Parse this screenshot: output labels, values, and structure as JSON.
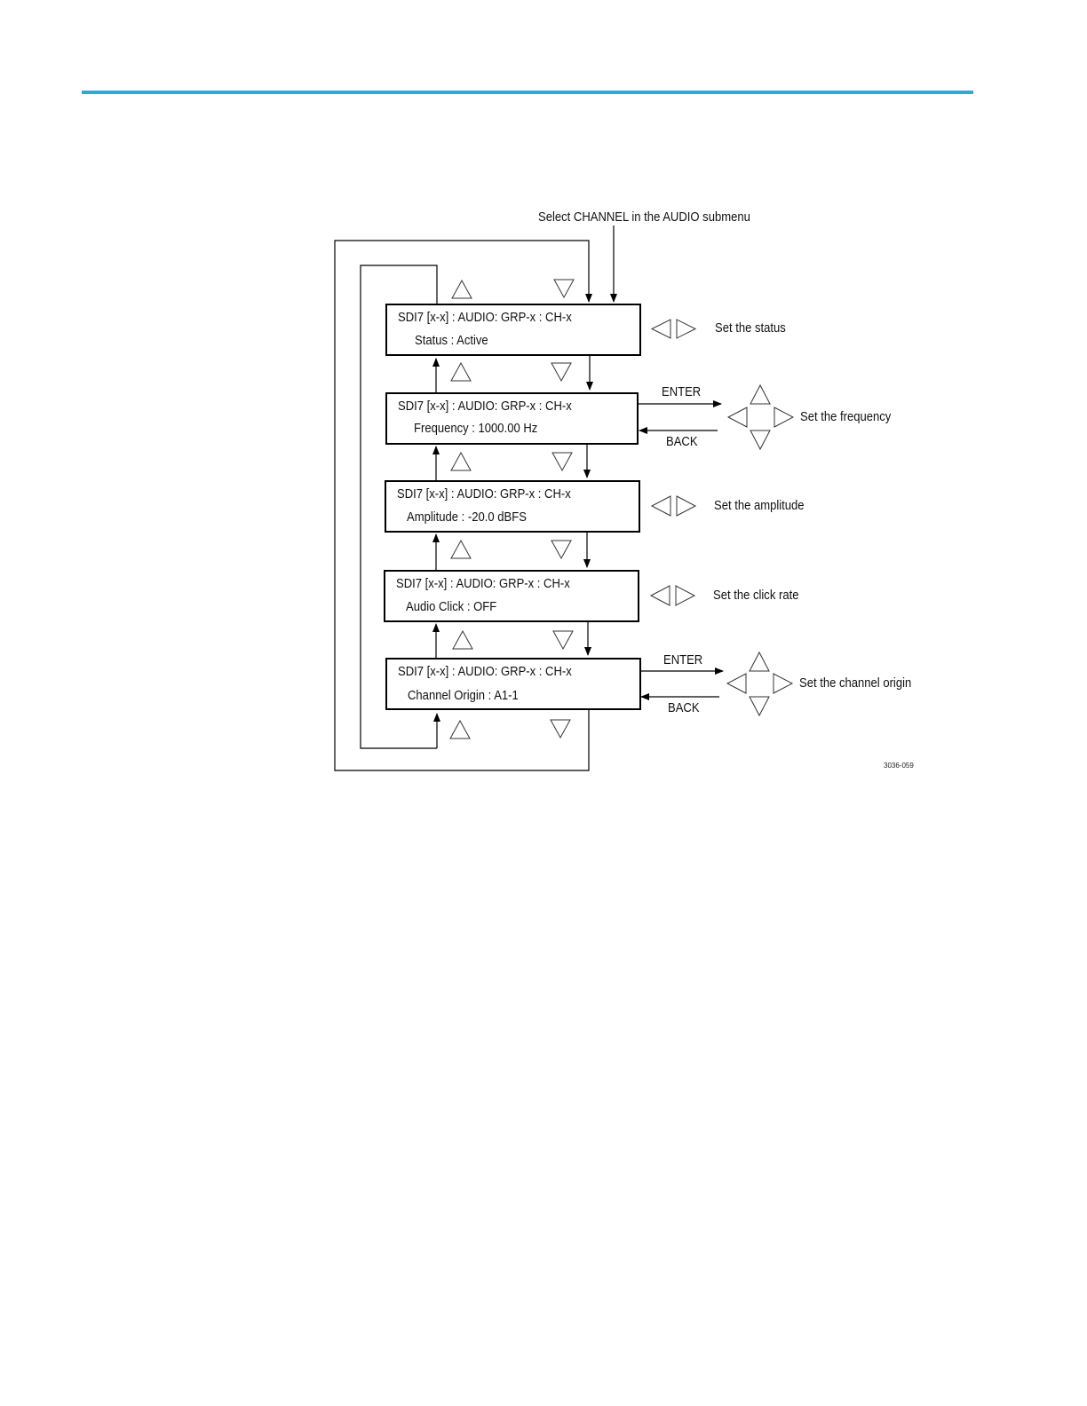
{
  "header": {
    "accent_color": "#29abe2"
  },
  "entry_label": "Select CHANNEL in the AUDIO submenu",
  "menus": [
    {
      "title": "SDI7 [x-x] : AUDIO: GRP-x : CH-x",
      "setting": "Status : Active"
    },
    {
      "title": "SDI7 [x-x] : AUDIO: GRP-x : CH-x",
      "setting": "Frequency : 1000.00 Hz"
    },
    {
      "title": "SDI7 [x-x] : AUDIO: GRP-x : CH-x",
      "setting": "Amplitude :  -20.0 dBFS"
    },
    {
      "title": "SDI7 [x-x] : AUDIO: GRP-x : CH-x",
      "setting": "Audio Click :  OFF"
    },
    {
      "title": "SDI7 [x-x] : AUDIO: GRP-x : CH-x",
      "setting": "Channel Origin :  A1-1"
    }
  ],
  "actions": {
    "status": "Set the status",
    "frequency": "Set the frequency",
    "amplitude": "Set the amplitude",
    "click_rate": "Set the click rate",
    "channel_origin": "Set the channel origin"
  },
  "keys": {
    "enter": "ENTER",
    "back": "BACK"
  },
  "figure_id": "3036-059"
}
